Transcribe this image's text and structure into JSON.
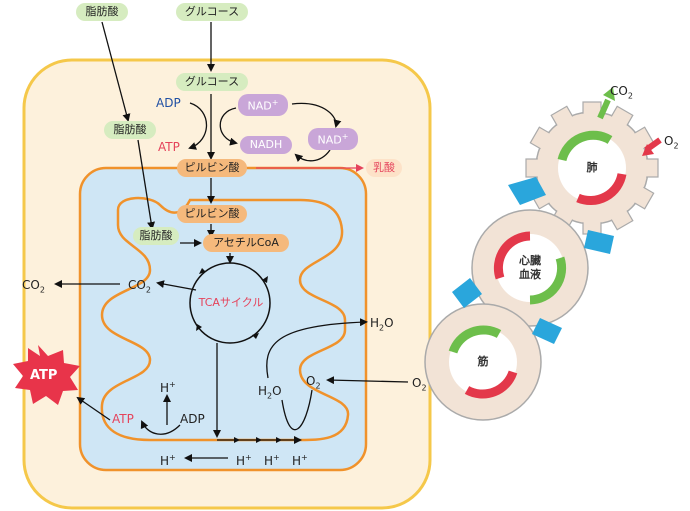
{
  "colors": {
    "cell_fill": "#fdf1dc",
    "cell_border": "#f5c84a",
    "mito_fill": "#cfe6f5",
    "mito_border": "#f0922b",
    "green_pill": "#d6ecc0",
    "orange_pill": "#f5b97c",
    "purple_pill": "#c9a6d8",
    "red_text": "#e5435b",
    "blue_text": "#1f4fa3",
    "gear_fill": "#f2e3d6",
    "gear_arrow_green": "#6dbe4b",
    "gear_arrow_red": "#e3384a",
    "connector_blue": "#2aa6dc",
    "atp_star": "#e8344a"
  },
  "labels": {
    "fatty_acid_top": "脂肪酸",
    "glucose_top": "グルコース",
    "glucose_cell": "グルコース",
    "fatty_acid_cell": "脂肪酸",
    "adp": "ADP",
    "atp": "ATP",
    "nad_plus_1": "NAD",
    "nad_plus_1_sup": "+",
    "nadh": "NADH",
    "nad_plus_2": "NAD",
    "nad_plus_2_sup": "+",
    "pyruvate_cell": "ピルビン酸",
    "lactate": "乳酸",
    "pyruvate_mito": "ピルビン酸",
    "fatty_acid_mito": "脂肪酸",
    "acetyl_coa": "アセチルCoA",
    "co2_outer": "CO",
    "co2_outer_sub": "2",
    "co2_inner": "CO",
    "co2_inner_sub": "2",
    "tca_cycle": "TCAサイクル",
    "h2o_right": "H",
    "h2o_right_sub": "2",
    "h2o_right_tail": "O",
    "h2o_lower": "H",
    "h2o_lower_sub": "2",
    "h2o_lower_tail": "O",
    "o2_inner": "O",
    "o2_inner_sub": "2",
    "o2_outer": "O",
    "o2_outer_sub": "2",
    "atp_star": "ATP",
    "atp_mito": "ATP",
    "adp_mito": "ADP",
    "h_plus_up": "H",
    "h_plus_up_sup": "+",
    "h_plus_bottom_1": "H",
    "h_plus_bottom_1_sup": "+",
    "h_plus_bottom_2": "H",
    "h_plus_bottom_2_sup": "+",
    "h_plus_bottom_3": "H",
    "h_plus_bottom_3_sup": "+",
    "h_plus_bottom_4": "H",
    "h_plus_bottom_4_sup": "+",
    "gear_co2": "CO",
    "gear_co2_sub": "2",
    "gear_o2": "O",
    "gear_o2_sub": "2",
    "gear_lung": "肺",
    "gear_heart_blood": "心臓\n血液",
    "gear_muscle": "筋"
  }
}
